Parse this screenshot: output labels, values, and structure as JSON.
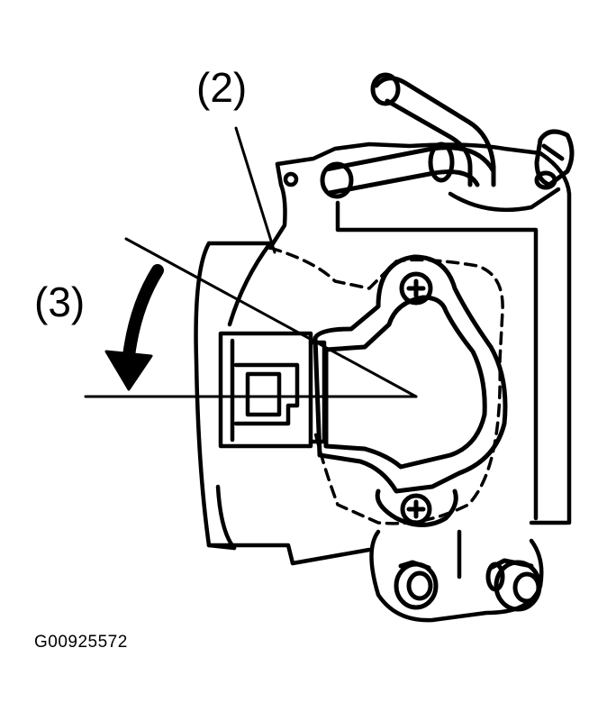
{
  "callouts": {
    "part_2": "(2)",
    "part_3": "(3)"
  },
  "figure_id": "G00925572",
  "colors": {
    "line": "#000000",
    "background": "#ffffff"
  }
}
